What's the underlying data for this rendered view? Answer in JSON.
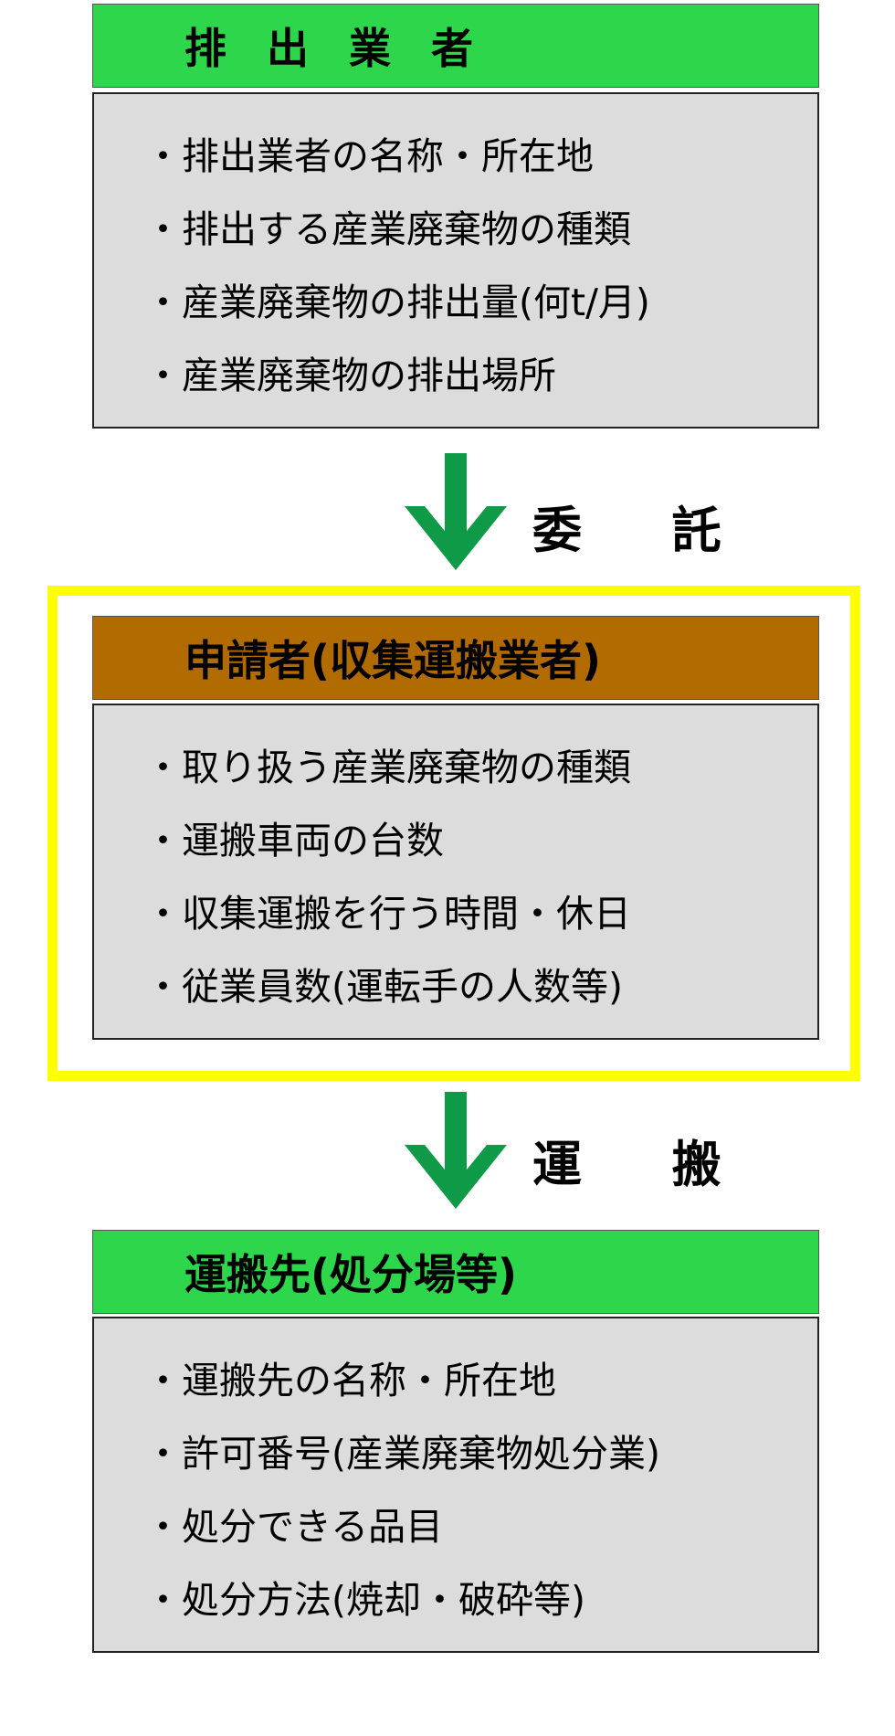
{
  "discharger": {
    "title": "排 出 業 者",
    "items": [
      "排出業者の名称・所在地",
      "排出する産業廃棄物の種類",
      "産業廃棄物の排出量(何t/月)",
      "産業廃棄物の排出場所"
    ]
  },
  "arrow1": {
    "label": "委 託"
  },
  "applicant": {
    "title": "申請者(収集運搬業者)",
    "items": [
      "取り扱う産業廃棄物の種類",
      "運搬車両の台数",
      "収集運搬を行う時間・休日",
      "従業員数(運転手の人数等)"
    ]
  },
  "arrow2": {
    "label": "運 搬"
  },
  "destination": {
    "title": "運搬先(処分場等)",
    "items": [
      "運搬先の名称・所在地",
      "許可番号(産業廃棄物処分業)",
      "処分できる品目",
      "処分方法(焼却・破砕等)"
    ]
  },
  "colors": {
    "green_header": "#2ed64c",
    "brown_header": "#b26b00",
    "list_background": "#dcdcdc",
    "highlight_border": "#ffff00",
    "arrow": "#0e9a47"
  }
}
